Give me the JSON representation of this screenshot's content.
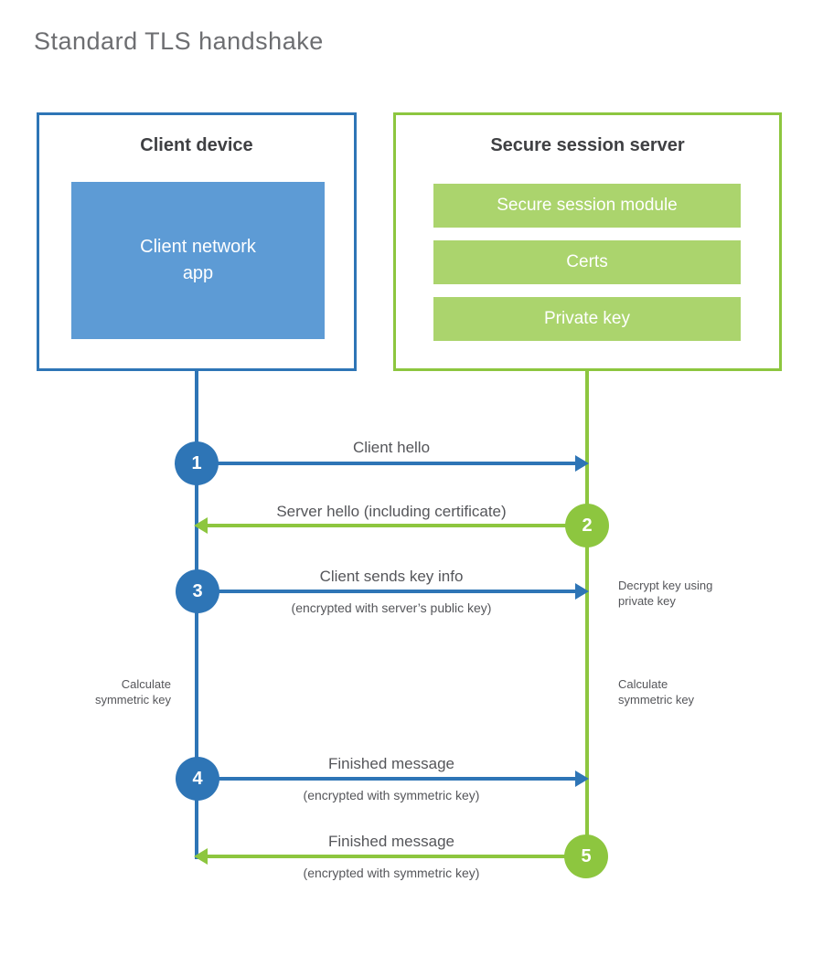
{
  "page": {
    "title": "Standard TLS handshake"
  },
  "client": {
    "title": "Client device",
    "app_label": "Client network\napp"
  },
  "server": {
    "title": "Secure session server",
    "modules": [
      {
        "label": "Secure session module"
      },
      {
        "label": "Certs"
      },
      {
        "label": "Private key"
      }
    ]
  },
  "messages": [
    {
      "step": "1",
      "from": "client",
      "to": "server",
      "label": "Client hello",
      "sub": ""
    },
    {
      "step": "2",
      "from": "server",
      "to": "client",
      "label": "Server hello (including certificate)",
      "sub": ""
    },
    {
      "step": "3",
      "from": "client",
      "to": "server",
      "label": "Client sends key info",
      "sub": "(encrypted with server’s public key)"
    },
    {
      "step": "4",
      "from": "client",
      "to": "server",
      "label": "Finished message",
      "sub": "(encrypted with symmetric key)"
    },
    {
      "step": "5",
      "from": "server",
      "to": "client",
      "label": "Finished message",
      "sub": "(encrypted with symmetric key)"
    }
  ],
  "notes": {
    "decrypt": "Decrypt key using\nprivate key",
    "calc_left": "Calculate\nsymmetric key",
    "calc_right": "Calculate\nsymmetric key"
  },
  "colors": {
    "blue_dark": "#2e75b6",
    "blue_light": "#5d9bd5",
    "green": "#8dc63f",
    "green_light": "#abd46d",
    "title_gray": "#6d6e71",
    "text_gray": "#55565a"
  }
}
